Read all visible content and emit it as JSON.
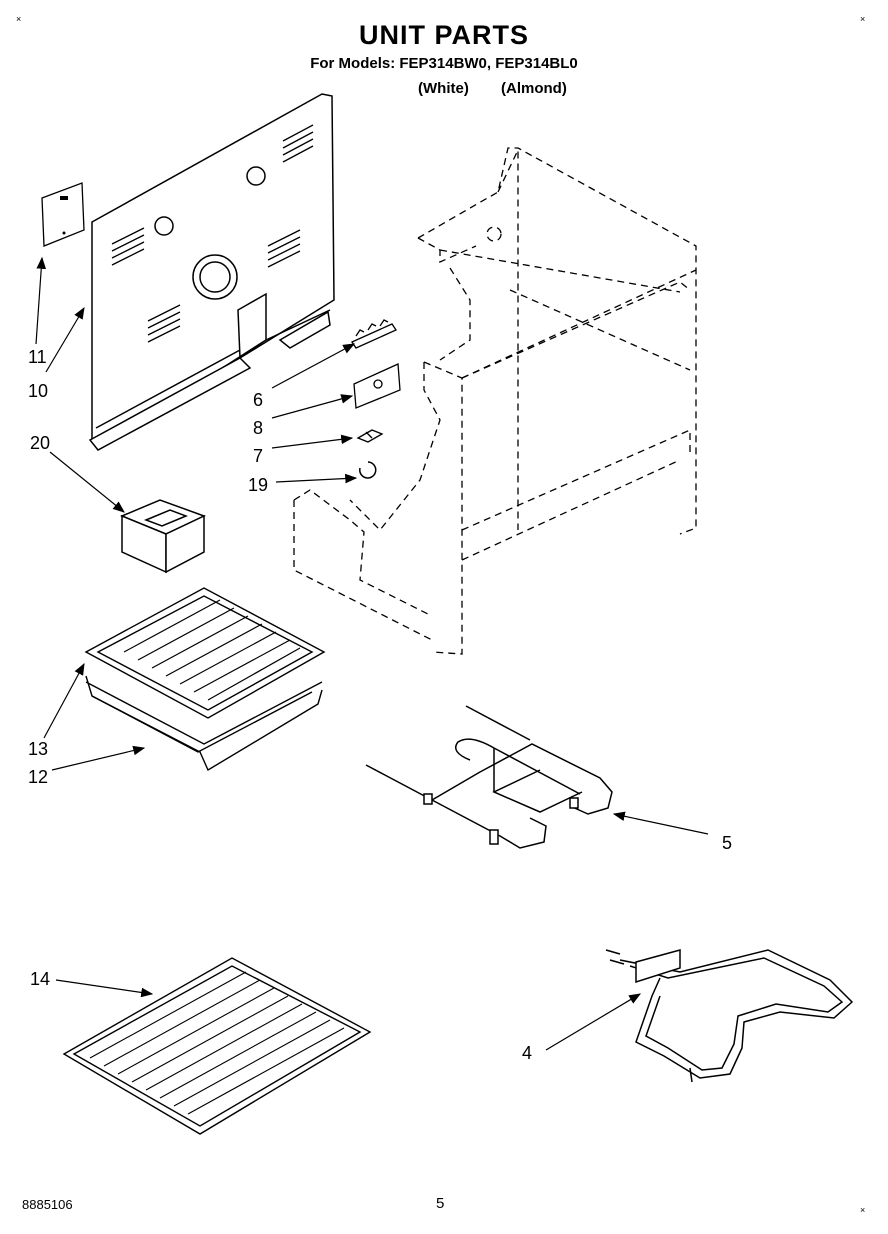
{
  "header": {
    "title": "UNIT PARTS",
    "subtitle": "For Models: FEP314BW0, FEP314BL0",
    "color_white": "(White)",
    "color_almond": "(Almond)"
  },
  "callouts": [
    "11",
    "10",
    "20",
    "6",
    "8",
    "7",
    "19",
    "13",
    "12",
    "5",
    "14",
    "4"
  ],
  "footer": {
    "doc_number": "8885106",
    "page_number": "5"
  },
  "corner_mark": "×"
}
